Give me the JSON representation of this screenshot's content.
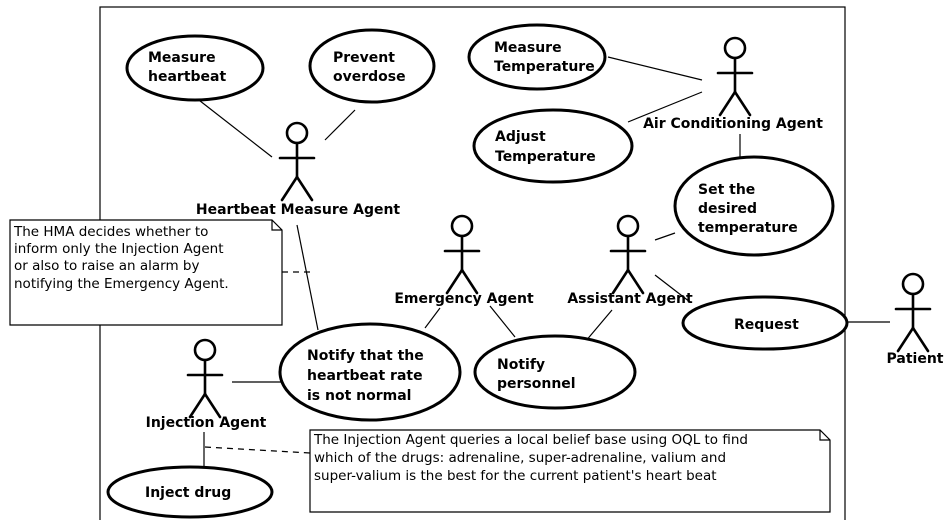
{
  "use_cases": {
    "measure_heartbeat": [
      "Measure",
      "heartbeat"
    ],
    "prevent_overdose": [
      "Prevent",
      "overdose"
    ],
    "measure_temperature": [
      "Measure",
      "Temperature"
    ],
    "adjust_temperature": [
      "Adjust",
      "Temperature"
    ],
    "set_desired_temperature": [
      "Set the",
      "desired",
      "temperature"
    ],
    "request": [
      "Request"
    ],
    "notify_heartbeat": [
      "Notify that the",
      "heartbeat rate",
      "is not normal"
    ],
    "notify_personnel": [
      "Notify",
      "personnel"
    ],
    "inject_drug": [
      "Inject drug"
    ]
  },
  "actors": {
    "heartbeat_measure_agent": "Heartbeat Measure Agent",
    "air_conditioning_agent": "Air Conditioning Agent",
    "emergency_agent": "Emergency Agent",
    "assistant_agent": "Assistant Agent",
    "patient": "Patient",
    "injection_agent": "Injection Agent"
  },
  "notes": {
    "hma_note": [
      "The HMA decides whether to",
      "inform only the Injection Agent",
      "or also to raise an alarm by",
      "notifying the Emergency Agent."
    ],
    "injection_note": [
      "The Injection Agent queries a local belief base using OQL to find",
      "which of the drugs: adrenaline, super-adrenaline, valium and",
      "super-valium is the best for the current patient's heart beat"
    ]
  }
}
